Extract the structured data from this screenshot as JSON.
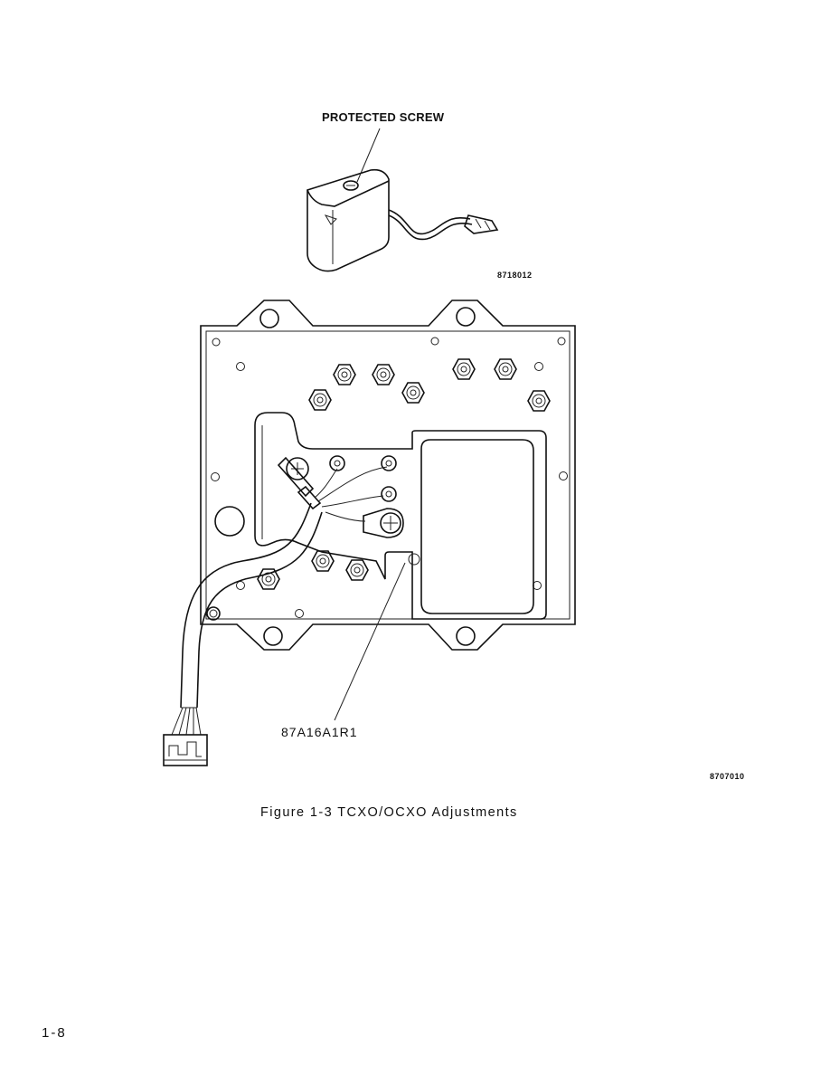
{
  "figure": {
    "callout_protected_screw": "PROTECTED SCREW",
    "drawing_number_top": "8718012",
    "callout_reference": "87A16A1R1",
    "drawing_number_bottom": "8707010",
    "caption": "Figure 1-3  TCXO/OCXO Adjustments"
  },
  "page": {
    "number": "1-8"
  }
}
